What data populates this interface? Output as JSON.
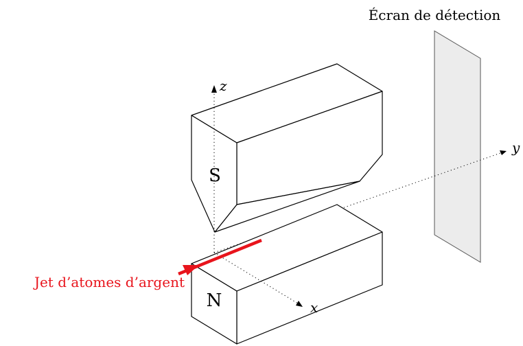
{
  "screen": {
    "label": "Écran de détection"
  },
  "magnets": {
    "north_label": "N",
    "south_label": "S"
  },
  "axes": {
    "x_label": "x",
    "y_label": "y",
    "z_label": "z"
  },
  "beam": {
    "label": "Jet d’atomes d’argent",
    "color": "#e8141c"
  },
  "colors": {
    "screen_fill": "#ececec",
    "screen_stroke": "#555555",
    "outline": "#000000"
  }
}
